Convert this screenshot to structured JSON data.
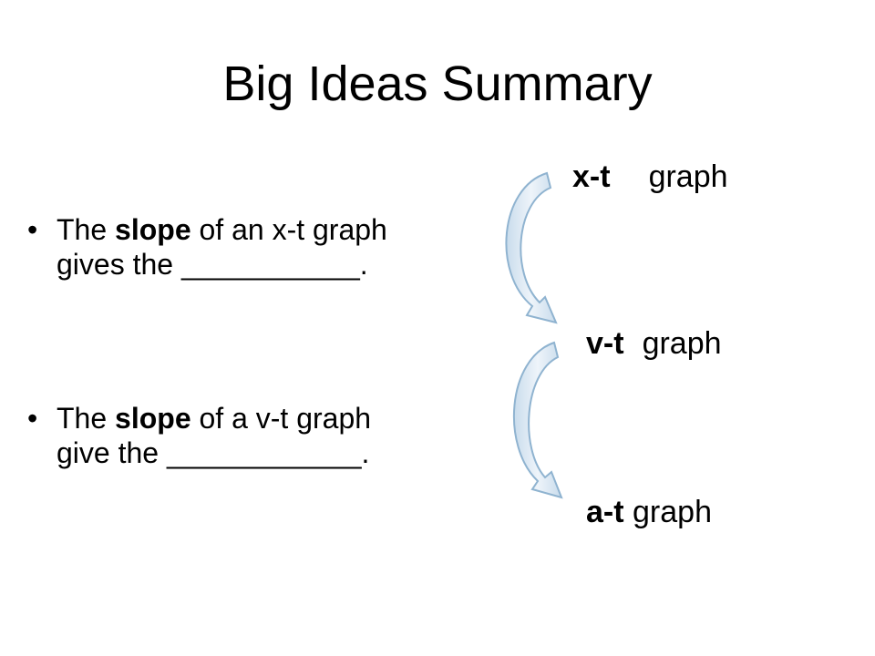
{
  "slide": {
    "title": "Big Ideas Summary",
    "bullets": [
      {
        "bullet": "•",
        "pre": "The ",
        "bold": "slope",
        "line1_rest": " of an x-t graph",
        "line2": "gives the ___________."
      },
      {
        "bullet": "•",
        "pre": "The ",
        "bold": "slope",
        "line1_rest": " of a v-t graph",
        "line2": "give the ____________."
      }
    ],
    "graphs": [
      {
        "bold": "x-t",
        "text": "graph"
      },
      {
        "bold": "v-t",
        "text": "graph"
      },
      {
        "bold": "a-t",
        "text": "graph"
      }
    ],
    "colors": {
      "arrow_fill": "#dbe8f2",
      "arrow_edge": "#8fb3d0",
      "arrow_tip": "#b8d1e6"
    }
  }
}
